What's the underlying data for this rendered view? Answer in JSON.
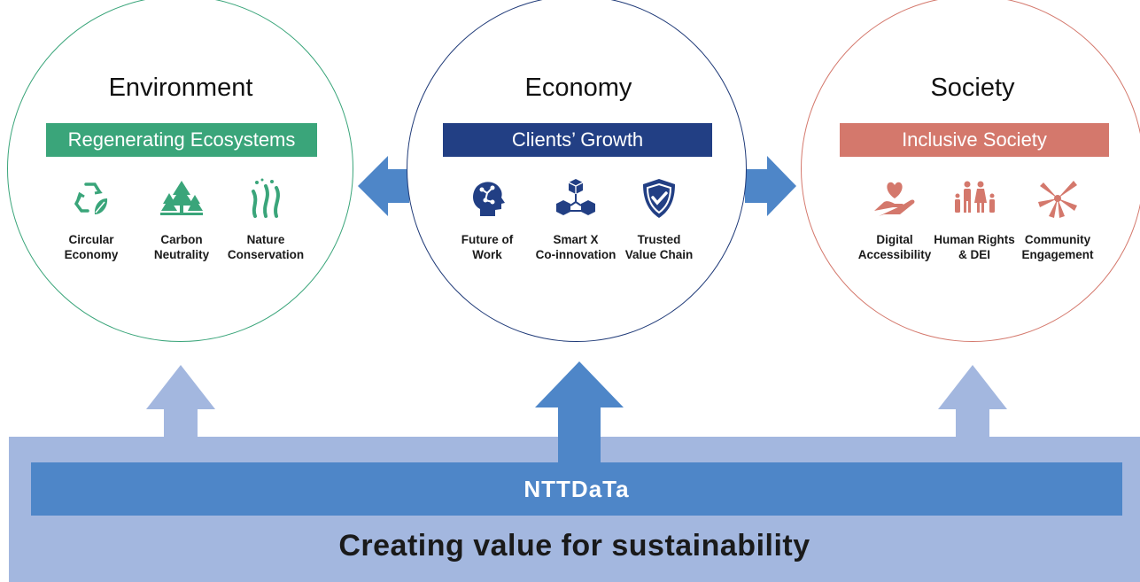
{
  "pillars": {
    "environment": {
      "title": "Environment",
      "banner": "Regenerating Ecosystems",
      "banner_color": "#3aa57a",
      "items": [
        {
          "label_line1": "Circular",
          "label_line2": "Economy",
          "icon": "recycle-icon"
        },
        {
          "label_line1": "Carbon",
          "label_line2": "Neutrality",
          "icon": "forest-icon"
        },
        {
          "label_line1": "Nature",
          "label_line2": "Conservation",
          "icon": "seaweed-icon"
        }
      ]
    },
    "economy": {
      "title": "Economy",
      "banner": "Clients’ Growth",
      "banner_color": "#223f84",
      "items": [
        {
          "label_line1": "Future of",
          "label_line2": "Work",
          "icon": "ai-head-icon"
        },
        {
          "label_line1": "Smart X",
          "label_line2": "Co-innovation",
          "icon": "cubes-icon"
        },
        {
          "label_line1": "Trusted",
          "label_line2": "Value Chain",
          "icon": "shield-check-icon"
        }
      ]
    },
    "society": {
      "title": "Society",
      "banner": "Inclusive Society",
      "banner_color": "#d4786c",
      "items": [
        {
          "label_line1": "Digital",
          "label_line2": "Accessibility",
          "icon": "heart-hand-icon"
        },
        {
          "label_line1": "Human Rights",
          "label_line2": "& DEI",
          "icon": "family-icon"
        },
        {
          "label_line1": "Community",
          "label_line2": "Engagement",
          "icon": "hands-together-icon"
        }
      ]
    }
  },
  "platform": {
    "logo": "NTTDaTa",
    "caption": "Creating value for sustainability"
  },
  "colors": {
    "arrow_dark": "#4e86c8",
    "arrow_light": "#a3b7df",
    "icon_green": "#3aa57a",
    "icon_blue": "#223f84",
    "icon_coral": "#d4786c"
  }
}
